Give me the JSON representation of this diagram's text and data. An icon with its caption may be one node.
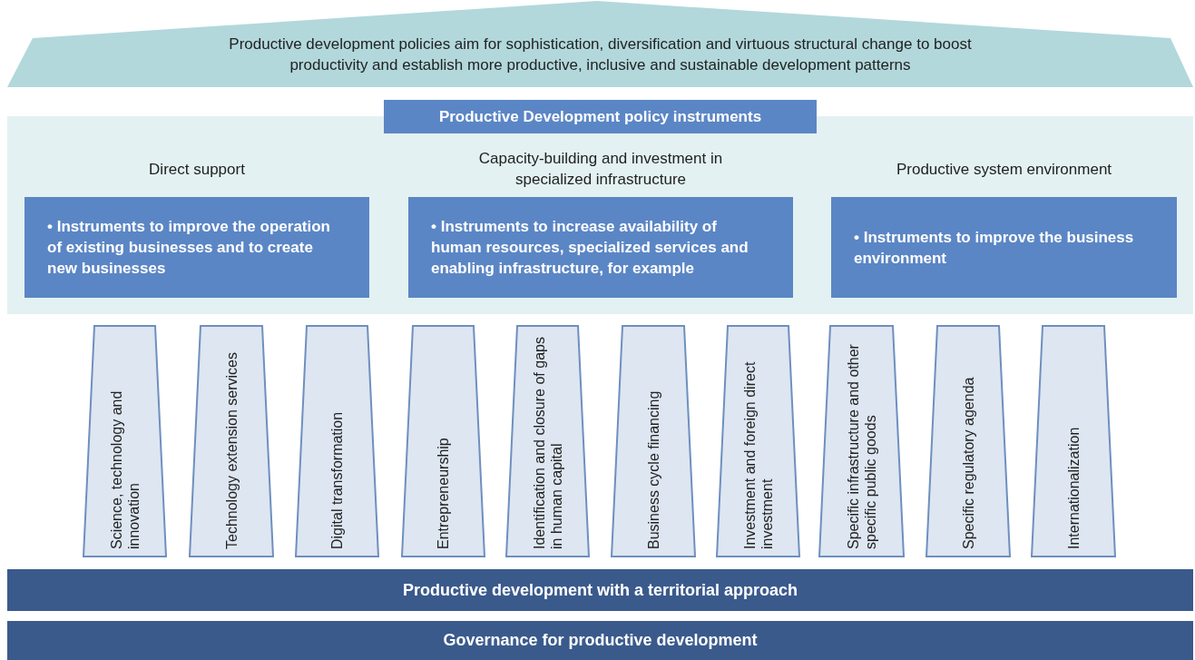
{
  "diagram": {
    "nodes": [
      {
        "text": [
          "Productive development policies aim for sophistication, diversification and virtuous structural change to boost productivity and establish more productive, inclusive and sustainable development patterns"
        ]
      },
      {
        "text": [
          "Productive Development policy instruments"
        ]
      },
      {
        "text": [
          "Direct support",
          "• Instruments to improve the operation of existing businesses and to create new businesses"
        ],
        "in": 1
      },
      {
        "text": [
          "Capacity-building and investment in specialized infrastructure",
          "• Instruments to increase availability of human resources, specialized services and enabling infrastructure, for example"
        ],
        "in": 1
      },
      {
        "text": [
          "Productive system environment",
          "• Instruments to improve the business environment"
        ],
        "in": 1
      },
      {
        "text": [
          "Science, technology and innovation"
        ]
      },
      {
        "text": [
          "Technology extension services"
        ]
      },
      {
        "text": [
          "Digital transformation"
        ]
      },
      {
        "text": [
          "Entrepreneurship"
        ]
      },
      {
        "text": [
          "Identification and closure of gaps in human capital"
        ]
      },
      {
        "text": [
          "Business cycle financing"
        ]
      },
      {
        "text": [
          "Investment and foreign direct investment"
        ]
      },
      {
        "text": [
          "Specific infrastructure and other specific public goods"
        ]
      },
      {
        "text": [
          "Specific regulatory agenda"
        ]
      },
      {
        "text": [
          "Internationalization"
        ]
      },
      {
        "text": [
          "Productive development with a territorial approach"
        ]
      },
      {
        "text": [
          "Governance for productive development"
        ]
      }
    ]
  }
}
